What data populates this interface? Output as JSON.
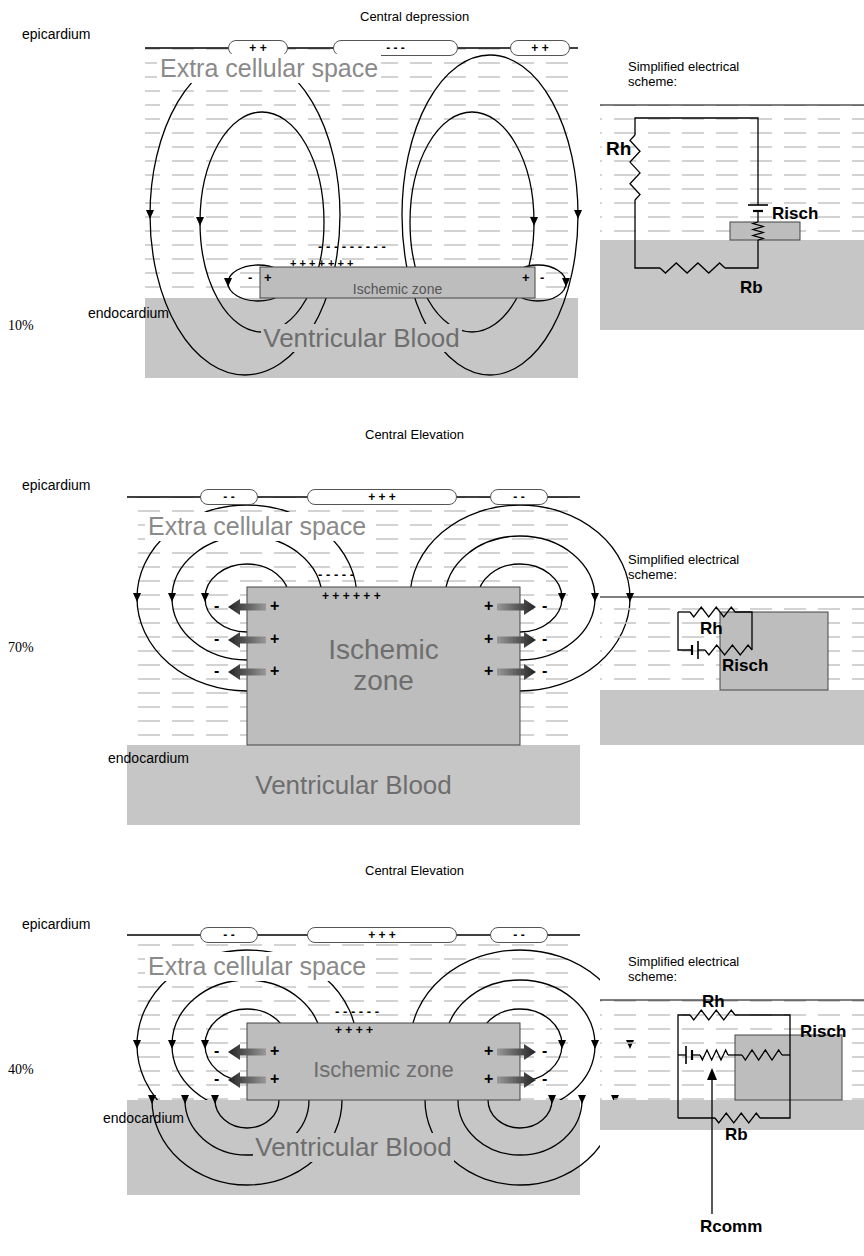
{
  "diagram": {
    "nodes": [
      {
        "text": [
          "+ +"
        ]
      },
      {
        "text": [
          "- - -"
        ]
      },
      {
        "text": [
          "+ +"
        ]
      },
      {
        "text": [
          "Ischemic zone"
        ]
      },
      {
        "text": [
          "Ventricular Blood"
        ]
      },
      {
        "text": [
          "- -"
        ]
      },
      {
        "text": [
          "+ + +"
        ]
      },
      {
        "text": [
          "- -"
        ]
      },
      {
        "text": [
          "Ischemic zone"
        ]
      },
      {
        "text": [
          "Ventricular Blood"
        ]
      },
      {
        "text": [
          "- -"
        ]
      },
      {
        "text": [
          "+ + +"
        ]
      },
      {
        "text": [
          "- -"
        ]
      },
      {
        "text": [
          "Ischemic zone"
        ]
      },
      {
        "text": [
          "Ventricular Blood"
        ]
      }
    ],
    "labels": [
      "Central depression",
      "epicardium",
      "Extra cellular space",
      "10%",
      "endocardium",
      "Simplified electrical scheme:",
      "Rh",
      "Risch",
      "Rb",
      "- - - - - - - - -",
      "+ + + + + + +",
      "-",
      "+",
      "+",
      "-",
      "Central Elevation",
      "epicardium",
      "Extra cellular space",
      "70%",
      "endocardium",
      "Simplified electrical scheme:",
      "Rh",
      "Risch",
      "- - - - -",
      "+ + + + + +",
      "-",
      "+",
      "-",
      "+",
      "-",
      "+",
      "+",
      "-",
      "+",
      "-",
      "+",
      "-",
      "Central Elevation",
      "epicardium",
      "Extra cellular space",
      "40%",
      "endocardium",
      "Simplified electrical scheme:",
      "Rh",
      "Risch",
      "Rb",
      "Rcomm",
      "- - - - - -",
      "+ + + +",
      "-",
      "+",
      "-",
      "+",
      "+",
      "-",
      "+",
      "-"
    ]
  }
}
